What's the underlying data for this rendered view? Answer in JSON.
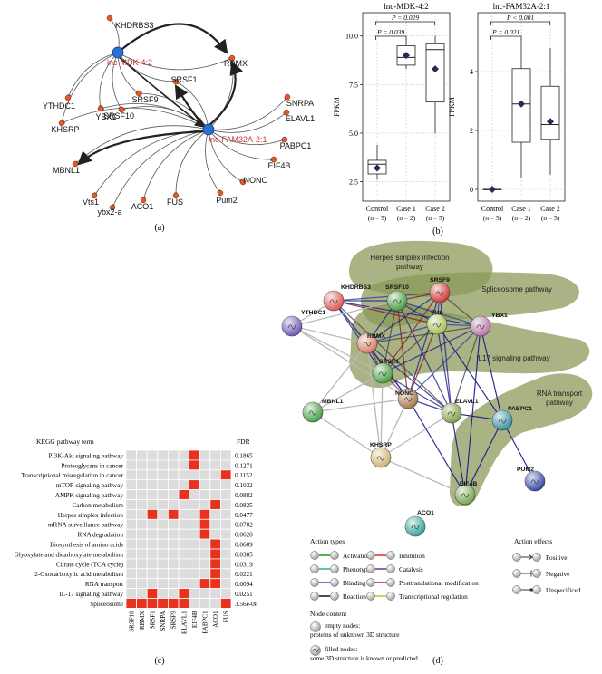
{
  "panels": {
    "a": "(a)",
    "b": "(b)",
    "c": "(c)",
    "d": "(d)"
  },
  "network_a": {
    "lnc_nodes": [
      {
        "id": "lnc-MDK-4:2",
        "label": "lnc-MDK-4:2"
      },
      {
        "id": "lnc-FAM32A-2:1",
        "label": "lnc-FAM32A-2:1"
      }
    ],
    "protein_nodes": [
      "KHDRBS3",
      "RBMX",
      "SRSF1",
      "SRSF9",
      "SRSF10",
      "YTHDC1",
      "YBX1",
      "KHSRP",
      "SNRPA",
      "ELAVL1",
      "PABPC1",
      "EIF4B",
      "MBNL1",
      "NONO",
      "Pum2",
      "FUS",
      "ACO1",
      "ybx2-a",
      "Vts1"
    ],
    "colors": {
      "lnc": "#2b6fd6",
      "protein": "#e05a2a",
      "lnc_label": "#c0392b"
    }
  },
  "chart_data": [
    {
      "type": "box",
      "title": "lnc-MDK-4:2",
      "ylabel": "FPKM",
      "yticks": [
        "2.5",
        "5.0",
        "7.5",
        "10.0"
      ],
      "ylim": [
        1.5,
        11.2
      ],
      "categories": [
        "Control\n(n = 5)",
        "Case 1\n(n = 2)",
        "Case 2\n(n = 5)"
      ],
      "boxes": [
        {
          "min": 2.6,
          "q1": 2.9,
          "median": 3.4,
          "q3": 3.6,
          "max": 4.4,
          "mean": 3.2
        },
        {
          "min": 8.3,
          "q1": 8.5,
          "median": 8.9,
          "q3": 9.5,
          "max": 9.9,
          "mean": 9.0
        },
        {
          "min": 5.0,
          "q1": 6.6,
          "median": 9.3,
          "q3": 9.6,
          "max": 10.0,
          "mean": 8.3
        }
      ],
      "annotations": [
        "P = 0.029",
        "P = 0.039"
      ]
    },
    {
      "type": "box",
      "title": "lnc-FAM32A-2:1",
      "ylabel": "FPKM",
      "yticks": [
        "0",
        "2",
        "4"
      ],
      "ylim": [
        -0.4,
        6.0
      ],
      "categories": [
        "Control\n(n = 5)",
        "Case 1\n(n = 2)",
        "Case 2\n(n = 5)"
      ],
      "boxes": [
        {
          "min": 0.0,
          "q1": 0.0,
          "median": 0.0,
          "q3": 0.0,
          "max": 0.0,
          "mean": 0.0
        },
        {
          "min": 0.4,
          "q1": 1.6,
          "median": 2.9,
          "q3": 4.1,
          "max": 5.1,
          "mean": 2.9
        },
        {
          "min": 0.5,
          "q1": 1.7,
          "median": 2.2,
          "q3": 3.5,
          "max": 4.8,
          "mean": 2.3
        }
      ],
      "annotations": [
        "P < 0.001",
        "P = 0.021"
      ]
    },
    {
      "type": "heatmap",
      "title": "KEGG pathway term",
      "right_header": "FDR",
      "columns": [
        "SRSF10",
        "RBMX",
        "SRSF1",
        "SNRPA",
        "SRSF9",
        "ELAVL1",
        "EIF4B",
        "PABPC1",
        "ACO1",
        "FUS"
      ],
      "rows": [
        {
          "term": "PI3K-Akt signaling pathway",
          "fdr": "0.1865",
          "cells": [
            0,
            0,
            0,
            0,
            0,
            0,
            1,
            0,
            0,
            0
          ]
        },
        {
          "term": "Proteoglycans in cancer",
          "fdr": "0.1271",
          "cells": [
            0,
            0,
            0,
            0,
            0,
            0,
            1,
            0,
            0,
            0
          ]
        },
        {
          "term": "Transcriptional misregulation in cancer",
          "fdr": "0.1152",
          "cells": [
            0,
            0,
            0,
            0,
            0,
            0,
            0,
            0,
            0,
            1
          ]
        },
        {
          "term": "mTOR signaling pathway",
          "fdr": "0.1032",
          "cells": [
            0,
            0,
            0,
            0,
            0,
            0,
            1,
            0,
            0,
            0
          ]
        },
        {
          "term": "AMPK signaling pathway",
          "fdr": "0.0882",
          "cells": [
            0,
            0,
            0,
            0,
            0,
            1,
            0,
            0,
            0,
            0
          ]
        },
        {
          "term": "Carbon metabolism",
          "fdr": "0.0825",
          "cells": [
            0,
            0,
            0,
            0,
            0,
            0,
            0,
            0,
            1,
            0
          ]
        },
        {
          "term": "Herpes simplex infection",
          "fdr": "0.0477",
          "cells": [
            0,
            0,
            1,
            0,
            1,
            0,
            0,
            1,
            0,
            0
          ]
        },
        {
          "term": "mRNA surveillance pathway",
          "fdr": "0.0702",
          "cells": [
            0,
            0,
            0,
            0,
            0,
            0,
            0,
            1,
            0,
            0
          ]
        },
        {
          "term": "RNA degradation",
          "fdr": "0.0620",
          "cells": [
            0,
            0,
            0,
            0,
            0,
            0,
            0,
            1,
            0,
            0
          ]
        },
        {
          "term": "Biosynthesis of amino acids",
          "fdr": "0.0609",
          "cells": [
            0,
            0,
            0,
            0,
            0,
            0,
            0,
            0,
            1,
            0
          ]
        },
        {
          "term": "Glyoxylate and dicarboxylate metabolism",
          "fdr": "0.0305",
          "cells": [
            0,
            0,
            0,
            0,
            0,
            0,
            0,
            0,
            1,
            0
          ]
        },
        {
          "term": "Citrate cycle (TCA cycle)",
          "fdr": "0.0319",
          "cells": [
            0,
            0,
            0,
            0,
            0,
            0,
            0,
            0,
            1,
            0
          ]
        },
        {
          "term": "2-Oxocarboxylic acid metabolism",
          "fdr": "0.0221",
          "cells": [
            0,
            0,
            0,
            0,
            0,
            0,
            0,
            0,
            1,
            0
          ]
        },
        {
          "term": "RNA transport",
          "fdr": "0.0094",
          "cells": [
            0,
            0,
            0,
            0,
            0,
            0,
            0,
            1,
            1,
            0
          ]
        },
        {
          "term": "IL-17 signaling pathway",
          "fdr": "0.0251",
          "cells": [
            0,
            0,
            1,
            0,
            0,
            1,
            0,
            0,
            0,
            0
          ]
        },
        {
          "term": "Spliceosome",
          "fdr": "3.56e-08",
          "cells": [
            1,
            1,
            1,
            1,
            1,
            1,
            0,
            0,
            0,
            1
          ]
        }
      ],
      "colors": {
        "on": "#e8321e",
        "off": "#dcdcdc"
      }
    }
  ],
  "network_d": {
    "nodes": [
      "KHDRBS3",
      "SRSF10",
      "SRSF9",
      "YTHDC1",
      "RBMX",
      "FUS",
      "YBX1",
      "SRSF1",
      "MBNL1",
      "NONO",
      "ELAVL1",
      "PABPC1",
      "KHSRP",
      "EIF4B",
      "PUM2",
      "ACO1"
    ],
    "pathways": [
      "Herpes simplex infection pathway",
      "Spliceosome pathway",
      "IL17 signaling pathway",
      "RNA transport pathway"
    ],
    "legend": {
      "action_types_title": "Action types",
      "action_types": [
        {
          "label": "Activation",
          "color": "#2ca02c"
        },
        {
          "label": "Phenotype",
          "color": "#3bb0a8"
        },
        {
          "label": "Blinding",
          "color": "#3d5aa8"
        },
        {
          "label": "Reaction",
          "color": "#222222"
        },
        {
          "label": "Inhibition",
          "color": "#e2372b"
        },
        {
          "label": "Catalysis",
          "color": "#7a3fa8"
        },
        {
          "label": "Posttranslational modification",
          "color": "#c2185b"
        },
        {
          "label": "Transcriptional regulation",
          "color": "#c9c12a"
        }
      ],
      "action_effects_title": "Action effects",
      "action_effects": [
        "Positive",
        "Negative",
        "Unspecificed"
      ],
      "node_content_title": "Node content",
      "empty_nodes": "empty nodes:",
      "empty_nodes_desc": "proteins of unknown 3D structure",
      "filled_nodes": "filled nodes:",
      "filled_nodes_desc": "some 3D structure is known or predicted"
    },
    "colors": {
      "pathway_fill": "#8c9a5a"
    }
  }
}
